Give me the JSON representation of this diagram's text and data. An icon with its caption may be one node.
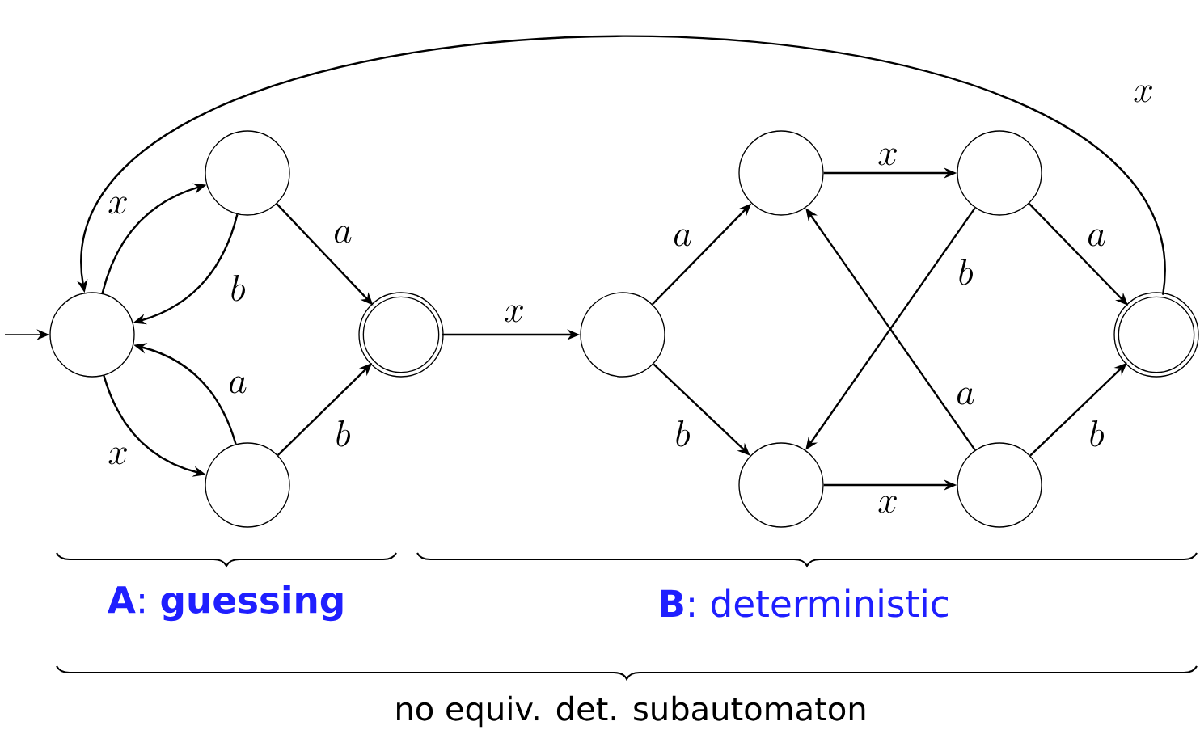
{
  "diagram": {
    "nodes": [
      {
        "text": [],
        "shape": "circle"
      },
      {
        "text": [],
        "shape": "circle"
      },
      {
        "text": [],
        "shape": "circle"
      },
      {
        "text": [],
        "shape": "double-circle"
      },
      {
        "text": [],
        "shape": "circle"
      },
      {
        "text": [],
        "shape": "circle"
      },
      {
        "text": [],
        "shape": "circle"
      },
      {
        "text": [],
        "shape": "circle"
      },
      {
        "text": [],
        "shape": "circle"
      },
      {
        "text": [],
        "shape": "double-circle"
      }
    ],
    "edges": [
      {
        "from": null,
        "to": 0,
        "arrow": "to"
      },
      {
        "from": 0,
        "to": 1,
        "arrow": "to",
        "label": "x"
      },
      {
        "from": 1,
        "to": 0,
        "arrow": "to",
        "label": "b"
      },
      {
        "from": 0,
        "to": 2,
        "arrow": "to",
        "label": "x"
      },
      {
        "from": 2,
        "to": 0,
        "arrow": "to",
        "label": "a"
      },
      {
        "from": 1,
        "to": 3,
        "arrow": "to",
        "label": "a"
      },
      {
        "from": 2,
        "to": 3,
        "arrow": "to",
        "label": "b"
      },
      {
        "from": 3,
        "to": 4,
        "arrow": "to",
        "label": "x"
      },
      {
        "from": 4,
        "to": 5,
        "arrow": "to",
        "label": "a"
      },
      {
        "from": 4,
        "to": 6,
        "arrow": "to",
        "label": "b"
      },
      {
        "from": 5,
        "to": 7,
        "arrow": "to",
        "label": "x"
      },
      {
        "from": 6,
        "to": 8,
        "arrow": "to",
        "label": "x"
      },
      {
        "from": 7,
        "to": 9,
        "arrow": "to",
        "label": "a"
      },
      {
        "from": 7,
        "to": 6,
        "arrow": "to",
        "label": "b"
      },
      {
        "from": 8,
        "to": 5,
        "arrow": "to",
        "label": "a"
      },
      {
        "from": 8,
        "to": 9,
        "arrow": "to",
        "label": "b"
      },
      {
        "from": 9,
        "to": 0,
        "arrow": "to",
        "label": "x"
      }
    ],
    "labels": [
      "**A**: **guessing**",
      "**B**: deterministic",
      "no equiv. det. subautomaton"
    ]
  }
}
